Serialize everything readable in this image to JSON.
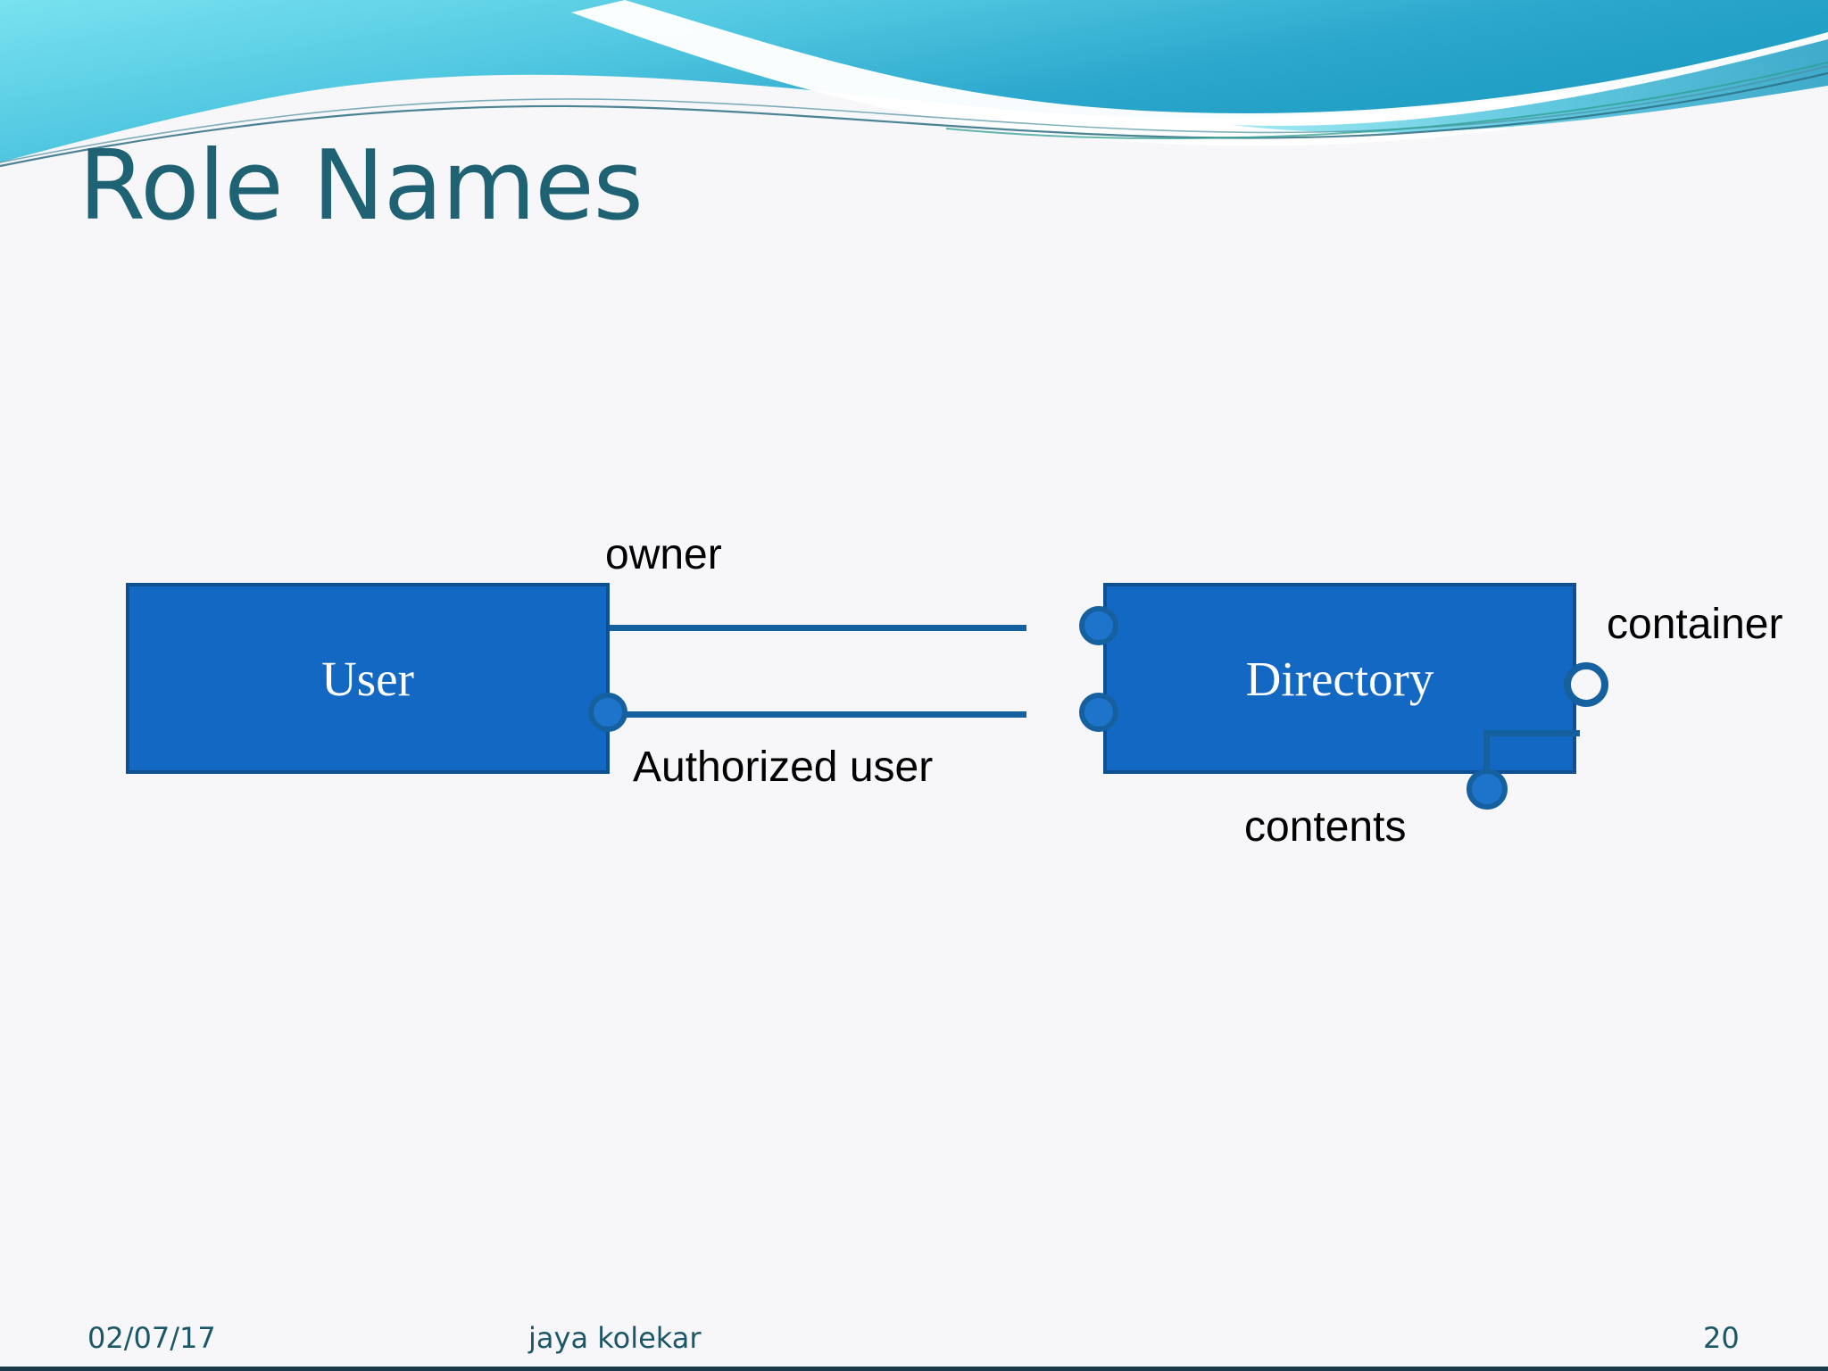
{
  "slide": {
    "title": "Role Names",
    "background_color": "#f7f6f9",
    "title_color": "#1f6273"
  },
  "theme": {
    "name": "flow-wave-header",
    "band_colors": [
      "#7FE3EE",
      "#49BFDE",
      "#2FA8C9",
      "#1C9BBF",
      "#FFFFFF"
    ]
  },
  "footer": {
    "date": "02/07/17",
    "author": "jaya kolekar",
    "page_number": "20"
  },
  "diagram": {
    "type": "uml-class-association",
    "classes": [
      {
        "id": "user",
        "name": "User"
      },
      {
        "id": "directory",
        "name": "Directory"
      }
    ],
    "role_labels": [
      {
        "id": "owner",
        "text": "owner"
      },
      {
        "id": "authorized-user",
        "text": "Authorized user"
      },
      {
        "id": "container",
        "text": "container"
      },
      {
        "id": "contents",
        "text": "contents"
      }
    ],
    "associations": [
      {
        "from": "User",
        "to": "Directory",
        "role_at_target": "owner"
      },
      {
        "from": "User",
        "to": "Directory",
        "role_at_source": "Authorized user"
      },
      {
        "from": "Directory",
        "to": "Directory",
        "role_at_source": "container",
        "role_at_target": "contents"
      }
    ],
    "colors": {
      "box_fill": "#1268C3",
      "box_border": "#0E5091",
      "line": "#15609E",
      "marker_fill": "#1E73CB",
      "box_text": "#ffffff",
      "label_text": "#000000"
    }
  }
}
